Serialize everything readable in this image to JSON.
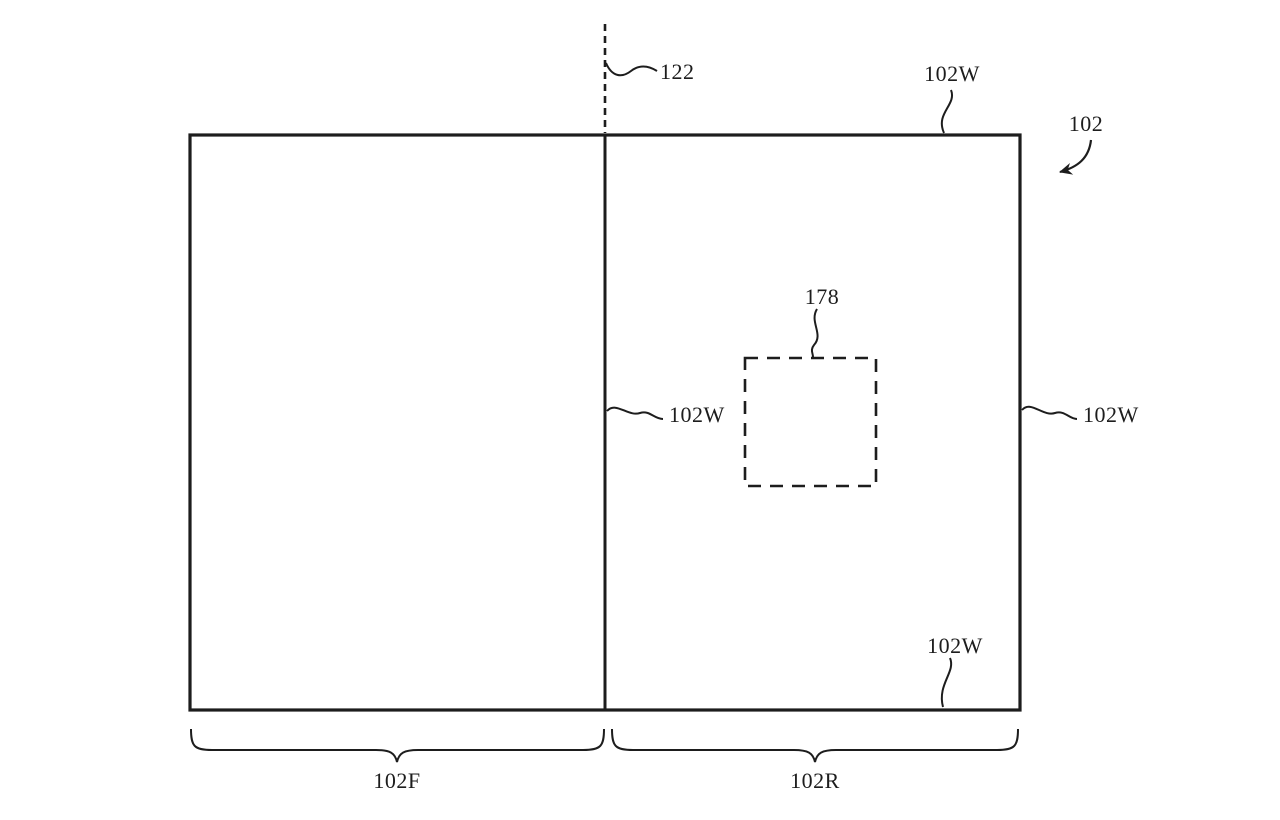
{
  "figure": {
    "type": "patent-line-drawing",
    "labels": {
      "fold_axis": "122",
      "device": "102",
      "window_top": "102W",
      "window_center": "102W",
      "window_right": "102W",
      "window_bottom": "102W",
      "dashed_component": "178",
      "front_portion": "102F",
      "rear_portion": "102R"
    },
    "colors": {
      "ink": "#1d1d1d",
      "background": "#ffffff"
    }
  }
}
